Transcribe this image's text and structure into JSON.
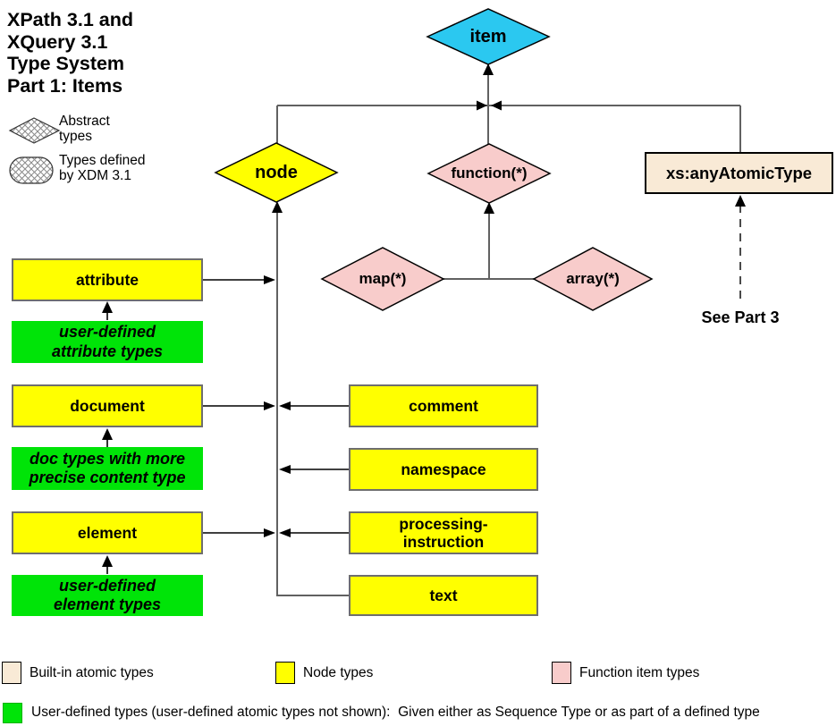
{
  "title": "XPath 3.1 and\nXQuery 3.1\nType System\nPart 1: Items",
  "legend_top": {
    "abstract_label": "Abstract\ntypes",
    "xdm_label": "Types defined\nby XDM 3.1"
  },
  "nodes": {
    "item": "item",
    "node": "node",
    "function": "function(*)",
    "map": "map(*)",
    "array": "array(*)",
    "any_atomic": "xs:anyAtomicType",
    "see_part3": "See Part 3",
    "attribute": "attribute",
    "user_attribute": "user-defined\nattribute types",
    "document": "document",
    "doc_types": "doc types with more\nprecise content type",
    "element": "element",
    "user_element": "user-defined\nelement types",
    "comment": "comment",
    "namespace": "namespace",
    "processing_instruction": "processing-\ninstruction",
    "text": "text"
  },
  "legend_bottom": {
    "builtin": "Built-in atomic types",
    "node_types": "Node types",
    "function_types": "Function item types",
    "user_defined": "User-defined types (user-defined atomic types not shown):  Given either as Sequence Type or as part of a defined type"
  },
  "colors": {
    "item_cyan": "#2BC8F0",
    "node_yellow": "#FFFF00",
    "function_pink": "#F8CCCB",
    "builtin_cream": "#F9EAD6",
    "user_green": "#00E408",
    "wire_gray": "#616161"
  }
}
